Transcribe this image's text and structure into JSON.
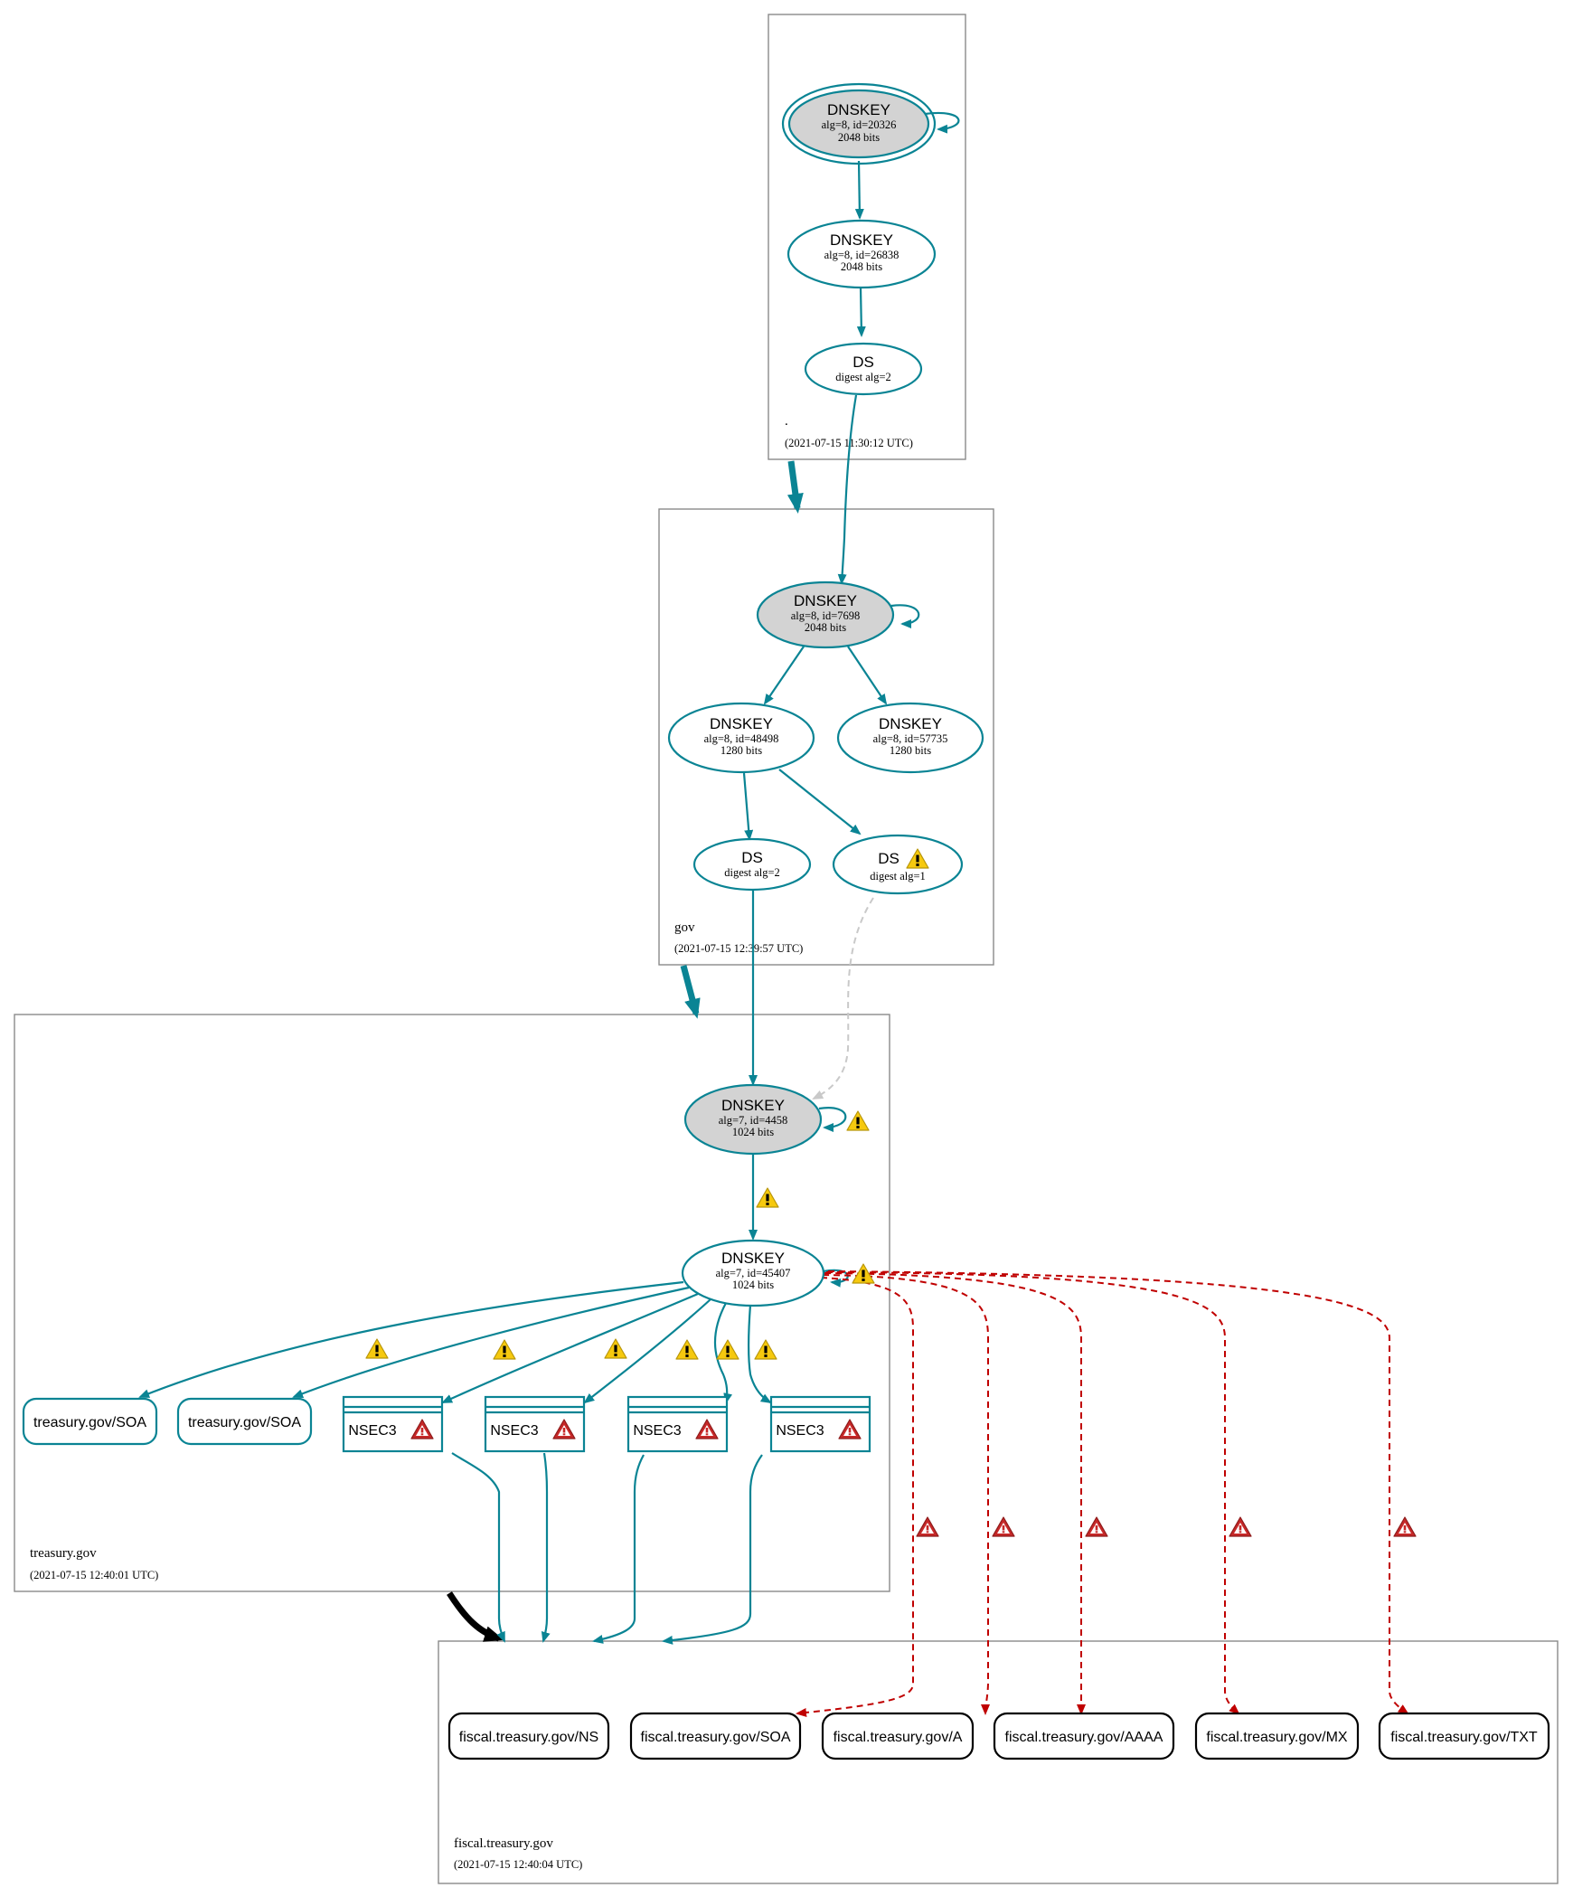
{
  "colors": {
    "teal": "#0a8494",
    "red": "#c00000",
    "grey_fill": "#d3d3d3",
    "warn": "#f6c90e",
    "error": "#c62828"
  },
  "root_zone": {
    "name": ".",
    "time": "(2021-07-15 11:30:12 UTC)",
    "ksk": {
      "title": "DNSKEY",
      "sub1": "alg=8, id=20326",
      "sub2": "2048 bits"
    },
    "zsk": {
      "title": "DNSKEY",
      "sub1": "alg=8, id=26838",
      "sub2": "2048 bits"
    },
    "ds": {
      "title": "DS",
      "sub1": "digest alg=2"
    }
  },
  "gov_zone": {
    "name": "gov",
    "time": "(2021-07-15 12:39:57 UTC)",
    "ksk": {
      "title": "DNSKEY",
      "sub1": "alg=8, id=7698",
      "sub2": "2048 bits"
    },
    "zsk1": {
      "title": "DNSKEY",
      "sub1": "alg=8, id=48498",
      "sub2": "1280 bits"
    },
    "zsk2": {
      "title": "DNSKEY",
      "sub1": "alg=8, id=57735",
      "sub2": "1280 bits"
    },
    "ds1": {
      "title": "DS",
      "sub1": "digest alg=2"
    },
    "ds2": {
      "title": "DS",
      "sub1": "digest alg=1"
    }
  },
  "treasury_zone": {
    "name": "treasury.gov",
    "time": "(2021-07-15 12:40:01 UTC)",
    "ksk": {
      "title": "DNSKEY",
      "sub1": "alg=7, id=4458",
      "sub2": "1024 bits"
    },
    "zsk": {
      "title": "DNSKEY",
      "sub1": "alg=7, id=45407",
      "sub2": "1024 bits"
    },
    "soa1": "treasury.gov/SOA",
    "soa2": "treasury.gov/SOA",
    "nsec3": [
      "NSEC3",
      "NSEC3",
      "NSEC3",
      "NSEC3"
    ]
  },
  "fiscal_zone": {
    "name": "fiscal.treasury.gov",
    "time": "(2021-07-15 12:40:04 UTC)",
    "records": [
      "fiscal.treasury.gov/NS",
      "fiscal.treasury.gov/SOA",
      "fiscal.treasury.gov/A",
      "fiscal.treasury.gov/AAAA",
      "fiscal.treasury.gov/MX",
      "fiscal.treasury.gov/TXT"
    ]
  }
}
